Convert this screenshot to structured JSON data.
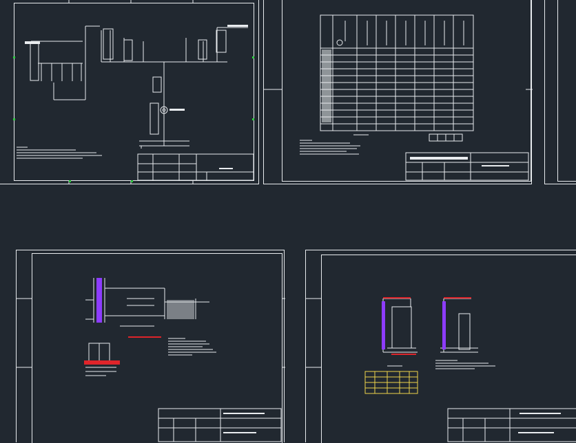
{
  "canvas": {
    "background": "#212830",
    "line_color": "#e9ecef",
    "accent_red": "#e0242a",
    "accent_yellow": "#f0d54a",
    "accent_purple": "#8d3cff"
  },
  "sheets": [
    {
      "id": "single-line-diagram",
      "title_block_label": ""
    },
    {
      "id": "switchgear-schedule",
      "title_block_label": ""
    },
    {
      "id": "cable-trench-section",
      "title_block_label": ""
    },
    {
      "id": "cabinet-foundation",
      "title_block_label": ""
    },
    {
      "id": "partial-sheet-right",
      "title_block_label": ""
    }
  ]
}
